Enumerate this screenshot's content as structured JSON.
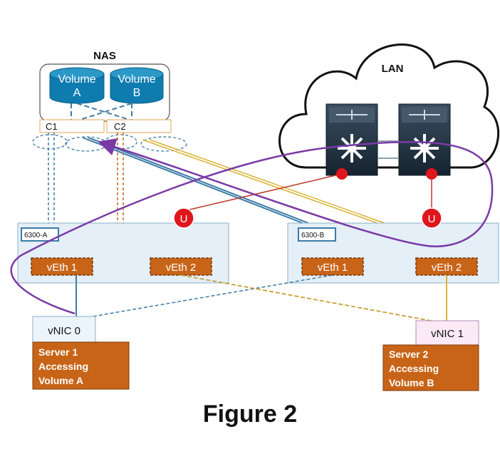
{
  "nas": {
    "title": "NAS",
    "volume_word": "Volume",
    "volume_a_letter": "A",
    "volume_b_letter": "B",
    "controller_1": "C1",
    "controller_2": "C2"
  },
  "lan": {
    "title": "LAN"
  },
  "uplink_badge": "U",
  "fabric_a": {
    "label": "6300-A",
    "veth1": "vEth 1",
    "veth2": "vEth 2"
  },
  "fabric_b": {
    "label": "6300-B",
    "veth1": "vEth 1",
    "veth2": "vEth 2"
  },
  "server1": {
    "vnic": "vNIC 0",
    "line1": "Server 1",
    "line2": "Accessing",
    "line3": "Volume A"
  },
  "server2": {
    "vnic": "vNIC 1",
    "line1": "Server 2",
    "line2": "Accessing",
    "line3": "Volume B"
  },
  "caption": "Figure 2",
  "colors": {
    "blue": "#3d7aa6",
    "orange": "#c86418",
    "gold": "#d9b233",
    "purple": "#7a3aa6",
    "red": "#e0161d",
    "fabric_fill": "#e4eff8",
    "volume_fill": "#0f7cb0",
    "switch_fill": "#1f3040"
  },
  "icons": [
    "cloud-icon",
    "switch-icon",
    "storage-volume-icon",
    "uplink-port-icon"
  ]
}
